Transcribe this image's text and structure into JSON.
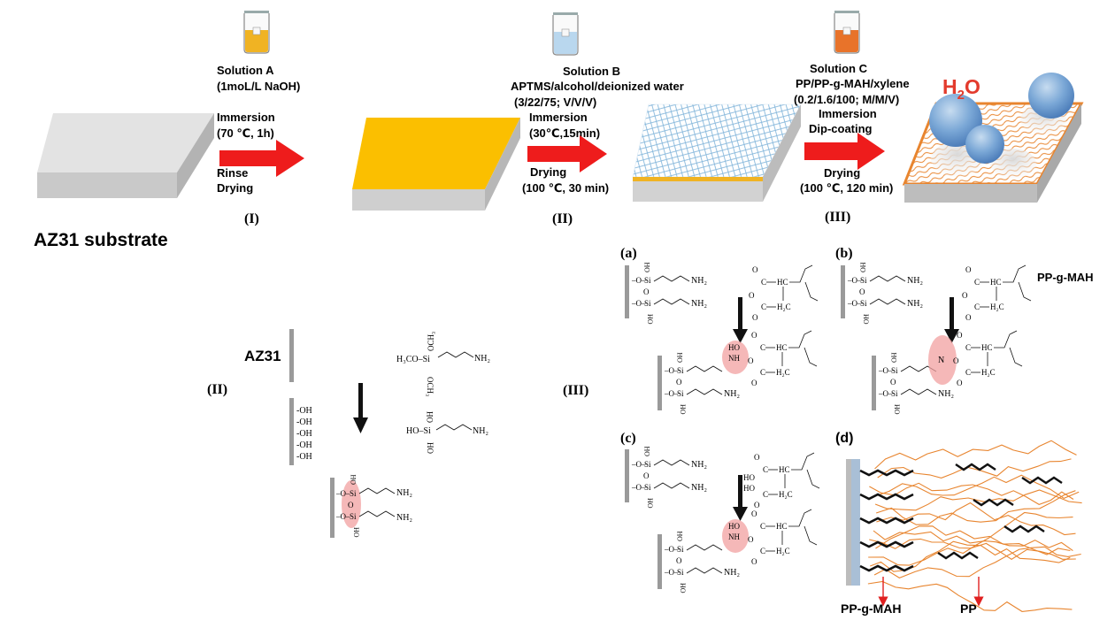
{
  "substrate_label": "AZ31 substrate",
  "steps": [
    {
      "solution_name": "Solution A",
      "solution_detail": [
        "(1moL/L NaOH)"
      ],
      "process_top": [
        "Immersion",
        "(70 ℃, 1h)"
      ],
      "process_bottom": [
        "Rinse",
        "Drying"
      ],
      "roman": "(I)",
      "liquid_color": "#f0b323"
    },
    {
      "solution_name": "Solution B",
      "solution_detail": [
        "APTMS/alcohol/deionized water",
        "(3/22/75; V/V/V)"
      ],
      "process_top": [
        "Immersion",
        "(30℃,15min)"
      ],
      "process_bottom": [
        "Drying",
        "(100 ℃, 30 min)"
      ],
      "roman": "(II)",
      "liquid_color": "#b9d7ee"
    },
    {
      "solution_name": "Solution C",
      "solution_detail": [
        "PP/PP-g-MAH/xylene",
        "(0.2/1.6/100; M/M/V)"
      ],
      "process_top": [
        "Immersion",
        "Dip-coating"
      ],
      "process_bottom": [
        "Drying",
        "(100 ℃, 120 min)"
      ],
      "roman": "(III)",
      "liquid_color": "#e8732a"
    }
  ],
  "water_label": {
    "main": "H",
    "sub": "2",
    "end": "O"
  },
  "colors": {
    "arrow": "#ee1c1c",
    "naoh_surface": "#fbbf00",
    "silane_mesh": "#7fb3d9",
    "pp_wave": "#e8852f",
    "droplet": "#6d9ccd",
    "highlight": "#f2a0a0",
    "substrate_gray": "#bdbdbd"
  },
  "scheme_ii": {
    "roman": "(II)",
    "substrate": "AZ31",
    "hydroxyls": [
      "-OH",
      "-OH",
      "-OH",
      "-OH",
      "-OH"
    ],
    "aptms_left": "H₃CO–Si",
    "aptms_top": "OCH₃",
    "aptms_bottom": "OCH₃",
    "silanol_left": "HO–Si",
    "silanol_top": "OH",
    "silanol_bottom": "HO",
    "nh2": "NH₂",
    "si": "Si",
    "o": "O",
    "oh": "OH",
    "ho": "HO"
  },
  "scheme_iii": {
    "roman": "(III)",
    "panels": [
      "(a)",
      "(b)",
      "(c)",
      "(d)"
    ],
    "pp_g_mah": "PP-g-MAH",
    "pp": "PP",
    "si": "Si",
    "o": "O",
    "oh": "OH",
    "ho": "HO",
    "nh2": "NH₂",
    "nh": "NH",
    "n": "N",
    "c": "C",
    "hc": "HC",
    "h2c": "H₂C",
    "c_eq_o": "O"
  }
}
